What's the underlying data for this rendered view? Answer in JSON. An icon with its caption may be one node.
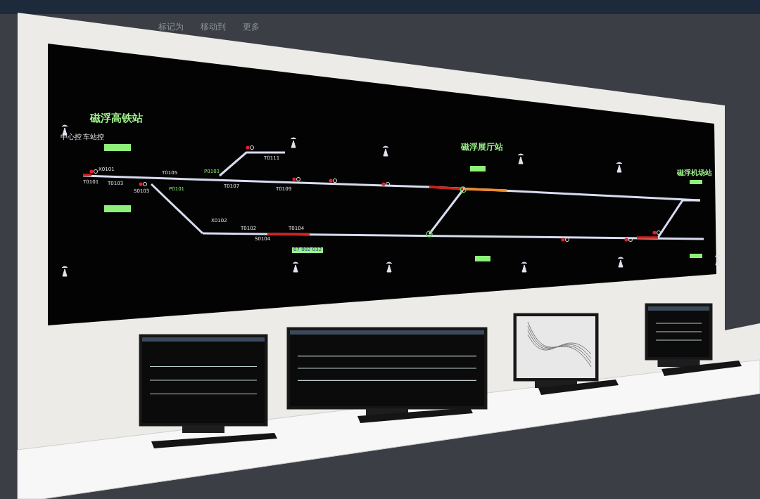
{
  "diagram": {
    "labels": [
      "标记为",
      "移动到",
      "更多",
      "磁浮高铁站",
      "中心控",
      "车站控",
      "X0101",
      "T0101",
      "T0103",
      "S0103",
      "T0105",
      "P0103",
      "P0101",
      "T0107",
      "T0111",
      "T0109",
      "X0102",
      "T0102",
      "S0104",
      "T0104",
      "磁浮展厅站",
      "磁浮机场站",
      "07 002 032"
    ]
  }
}
